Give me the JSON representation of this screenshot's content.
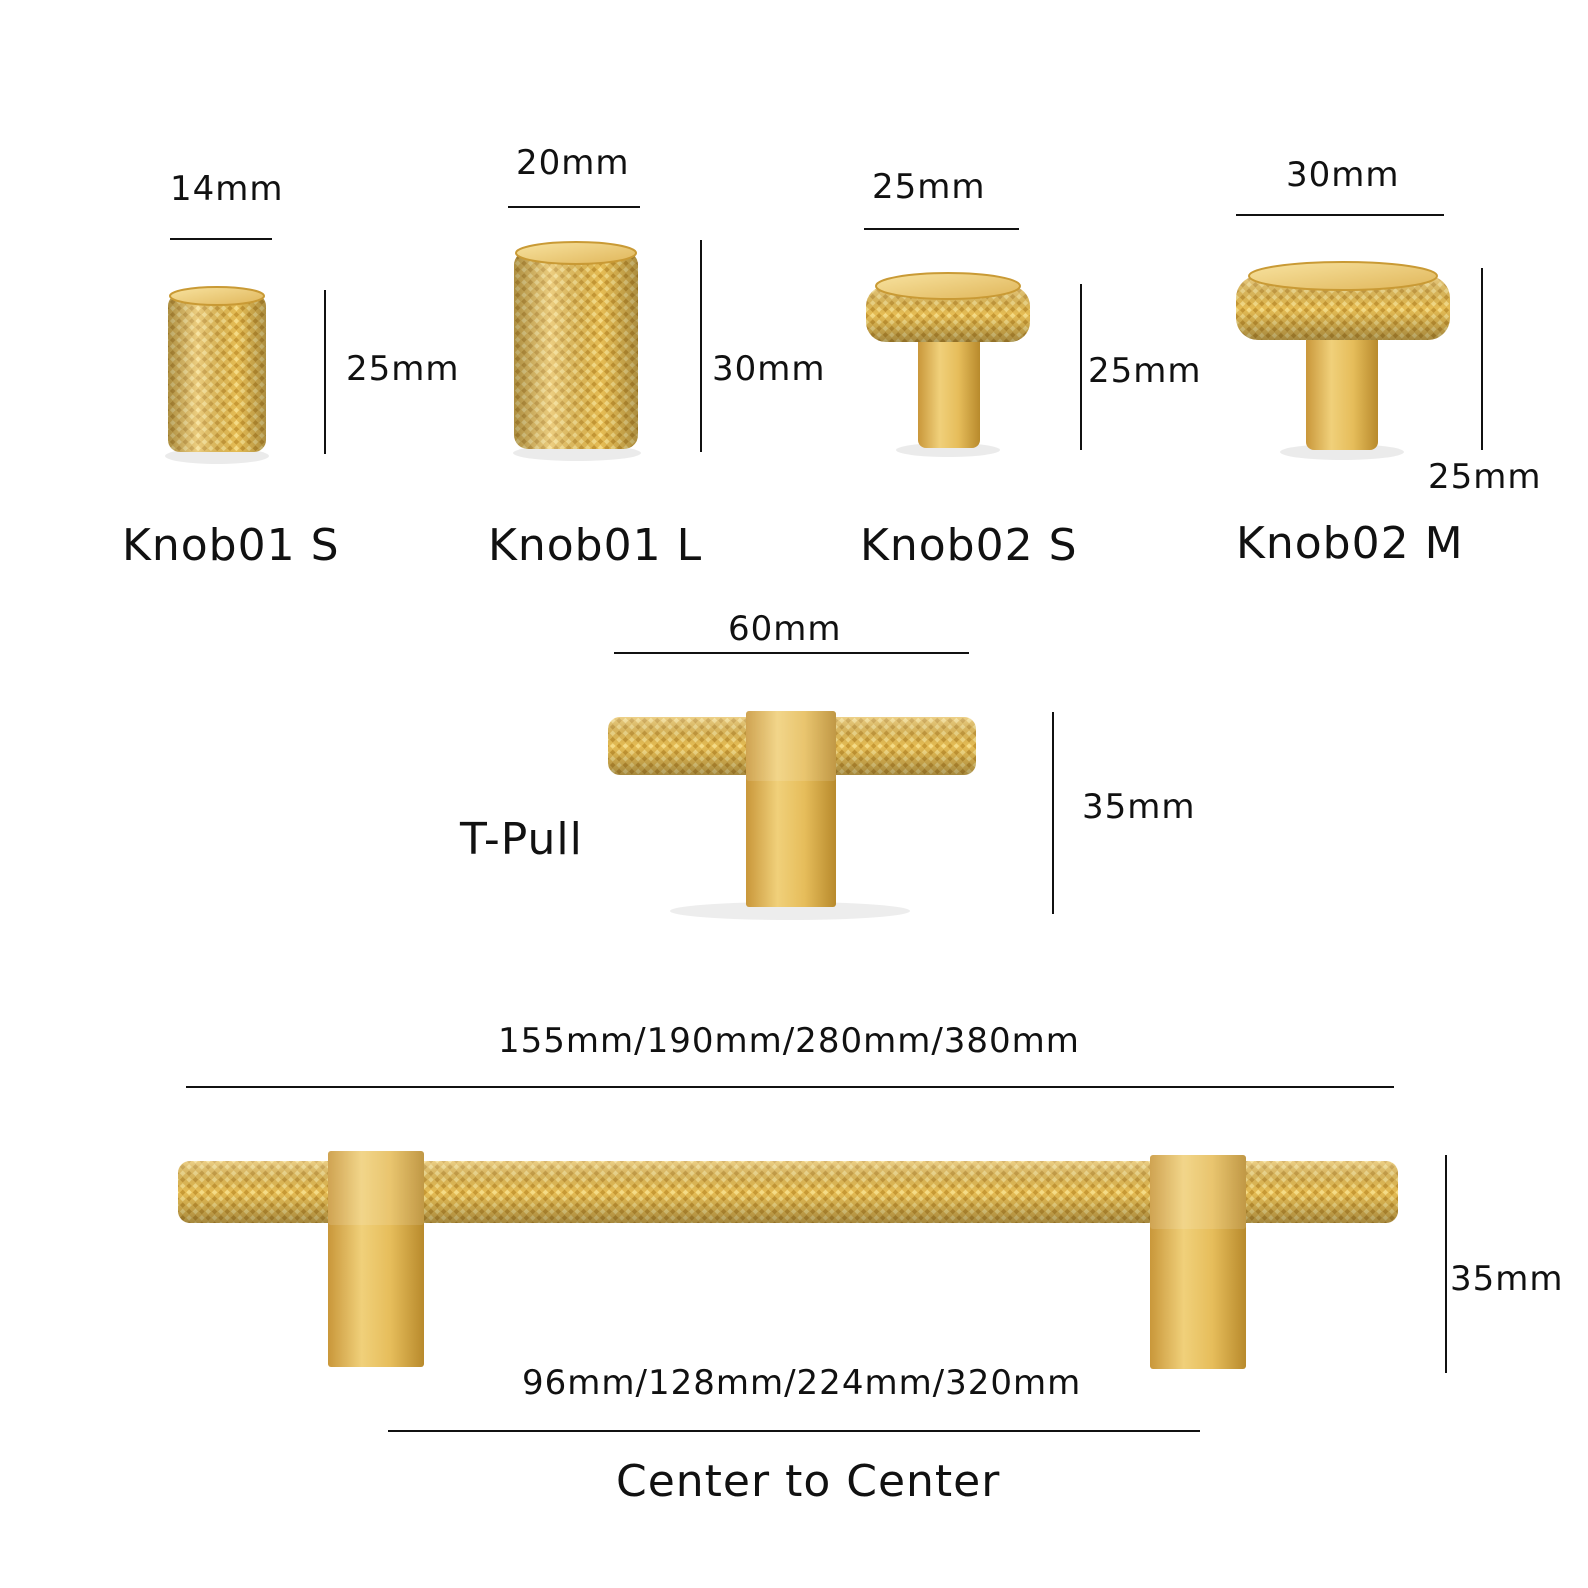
{
  "colors": {
    "brass_light": "#f3d67a",
    "brass": "#e2b64c",
    "brass_dark": "#b88a2c",
    "text": "#111111",
    "background": "#ffffff"
  },
  "knobs": [
    {
      "name": "Knob01 S",
      "width": "14mm",
      "height": "25mm"
    },
    {
      "name": "Knob01 L",
      "width": "20mm",
      "height": "30mm"
    },
    {
      "name": "Knob02 S",
      "width": "25mm",
      "height": "25mm"
    },
    {
      "name": "Knob02 M",
      "width": "30mm",
      "height": "25mm"
    }
  ],
  "t_pull": {
    "name": "T-Pull",
    "width": "60mm",
    "height": "35mm"
  },
  "bar_pull": {
    "length": "155mm/190mm/280mm/380mm",
    "height": "35mm",
    "center": "96mm/128mm/224mm/320mm",
    "center_caption": "Center to Center"
  }
}
